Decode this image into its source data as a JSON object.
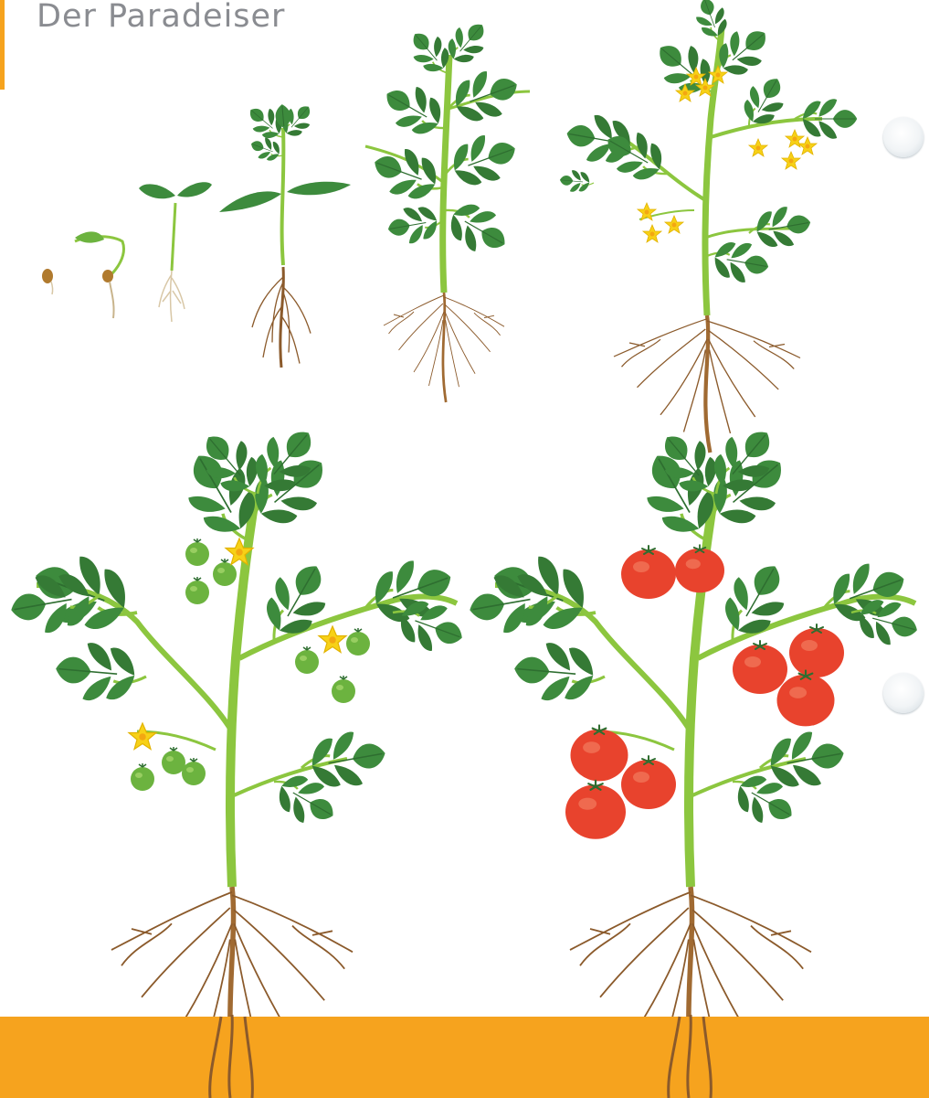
{
  "title": "Der Paradeiser",
  "colors": {
    "stem": "#8cc63f",
    "leaf": "#3d8b3d",
    "leaf_dark": "#2e6e30",
    "root": "#8b5a2b",
    "root_light": "#d8c7a6",
    "flower": "#f7d117",
    "green_fruit": "#6cb33f",
    "ripe_fruit": "#e8432d",
    "soil": "#f6a31e",
    "seed": "#b07a2e"
  },
  "stages": [
    {
      "name": "seed"
    },
    {
      "name": "germination"
    },
    {
      "name": "seedling"
    },
    {
      "name": "young-plant"
    },
    {
      "name": "growing-plant"
    },
    {
      "name": "flowering-plant"
    },
    {
      "name": "plant-with-green-fruit"
    },
    {
      "name": "plant-with-ripe-tomatoes"
    }
  ]
}
